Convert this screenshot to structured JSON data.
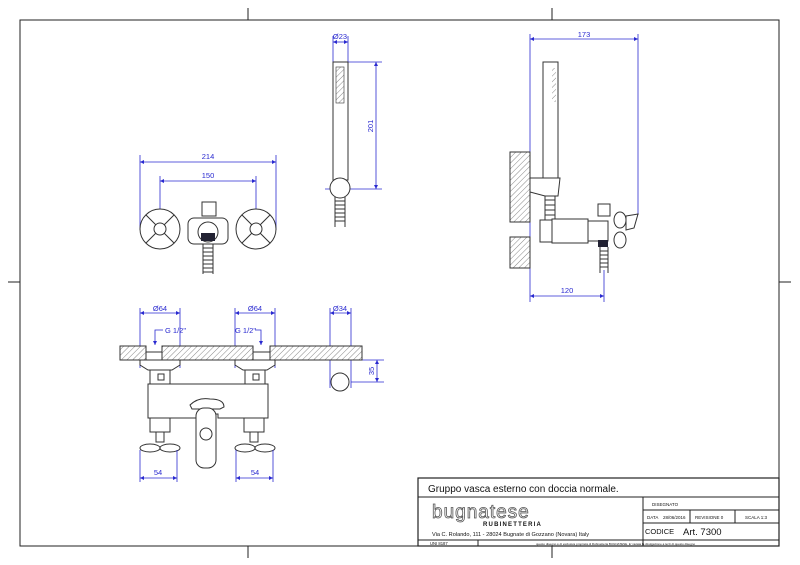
{
  "title_block": {
    "title": "Gruppo vasca esterno con doccia normale.",
    "brand": "bugnatese",
    "brand_sub": "RUBINETTERIA",
    "address": "Via C. Rolando, 111 - 28024 Bugnate di Gozzano (Novara) Italy",
    "disegnato_label": "DISEGNATO",
    "data_label": "DATA",
    "data_value": "28/06/2016",
    "revisione": "REVISIONE  0",
    "scala": "SCALA  1:3",
    "codice_label": "CODICE",
    "codice_value": "Art. 7300",
    "standard": "UNI 8187",
    "copyright": "questo disegno è di esclusiva proprietà di Rubinetteria BUGNATESE. E' vietata la divulgazione a terzi di questo disegno"
  },
  "dimensions": {
    "front_width": "214",
    "front_centers": "150",
    "shower_diameter": "Ø23",
    "shower_length": "201",
    "side_depth": "173",
    "side_outlet": "120",
    "flange_left": "Ø64",
    "flange_right": "Ø64",
    "thread_left": "G 1/2\"",
    "thread_right": "G 1/2\"",
    "holder_diameter": "Ø34",
    "holder_offset": "35",
    "handle_left": "54",
    "handle_right": "54"
  },
  "colors": {
    "dimension": "#2a2ad0",
    "line": "#333333"
  }
}
